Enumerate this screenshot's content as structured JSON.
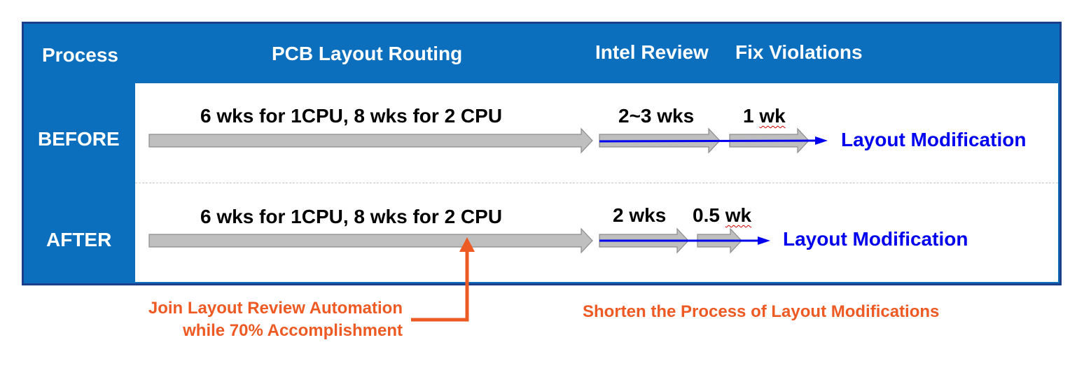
{
  "header": {
    "process": "Process",
    "routing": "PCB Layout Routing",
    "review": "Intel Review",
    "fix": "Fix Violations"
  },
  "rows": {
    "before": {
      "label": "BEFORE",
      "routing": "6 wks for 1CPU, 8 wks for 2 CPU",
      "review": "2~3 wks",
      "fix_num": "1",
      "fix_unit": "wk",
      "result": "Layout Modification"
    },
    "after": {
      "label": "AFTER",
      "routing": "6 wks for 1CPU, 8 wks for 2 CPU",
      "review": "2 wks",
      "fix_num": "0.5",
      "fix_unit": "wk",
      "result": "Layout Modification"
    }
  },
  "notes": {
    "automation_line1": "Join Layout Review Automation",
    "automation_line2": "while 70% Accomplishment",
    "shorten": "Shorten the Process of Layout Modifications"
  },
  "colors": {
    "frame": "#0c6fbd",
    "arrow_gray": "#bfbfbf",
    "blue_line": "#0000ee",
    "orange": "#ee5a24"
  }
}
